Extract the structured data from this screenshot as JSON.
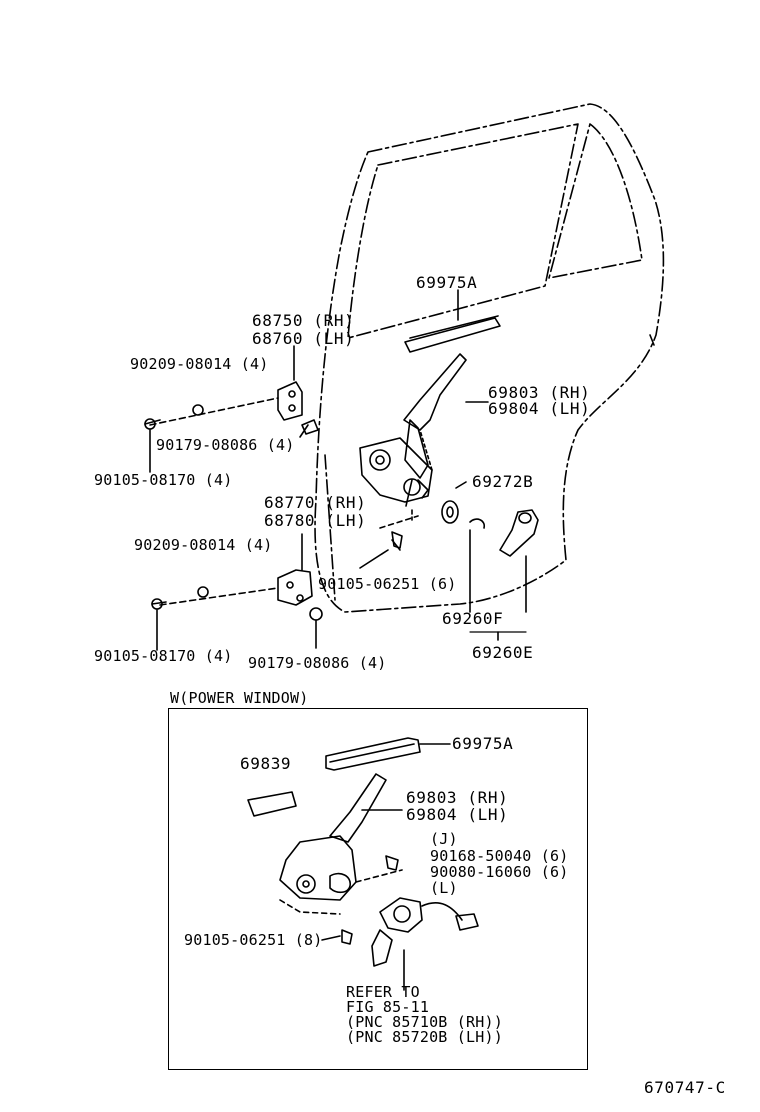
{
  "diagram": {
    "upper_labels": {
      "p69975A": "69975A",
      "p68750": "68750 (RH)",
      "p68760": "68760 (LH)",
      "p90209_a": "90209-08014 (4)",
      "p69803": "69803 (RH)",
      "p69804": "69804 (LH)",
      "p90179_a": "90179-08086 (4)",
      "p90105_a": "90105-08170 (4)",
      "p69272B": "69272B",
      "p68770": "68770 (RH)",
      "p68780": "68780 (LH)",
      "p90209_b": "90209-08014 (4)",
      "p90105_06251": "90105-06251 (6)",
      "p69260F": "69260F",
      "p90105_b": "90105-08170 (4)",
      "p69260E": "69260E",
      "p90179_b": "90179-08086 (4)"
    },
    "inset": {
      "title": "W(POWER WINDOW)",
      "p69975A": "69975A",
      "p69839": "69839",
      "p69803": "69803 (RH)",
      "p69804": "69804 (LH)",
      "j": "(J)",
      "p90168": "90168-50040 (6)",
      "p90080": "90080-16060 (6)",
      "l": "(L)",
      "p90105": "90105-06251 (8)",
      "refer1": "REFER TO",
      "refer2": "FIG 85-11",
      "refer3": "(PNC 85710B (RH))",
      "refer4": "(PNC 85720B (LH))"
    },
    "footer_code": "670747-C"
  }
}
